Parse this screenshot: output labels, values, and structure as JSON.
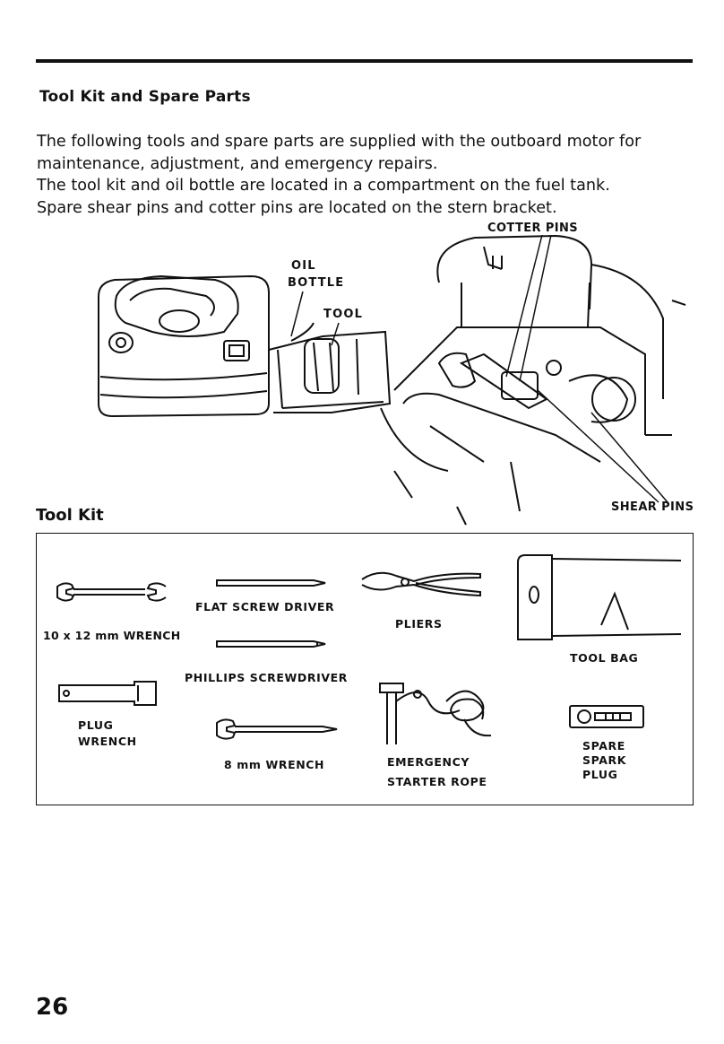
{
  "section": {
    "title": "Tool Kit and Spare Parts",
    "paragraphs": [
      "The following tools and spare parts are supplied with the outboard motor for",
      "maintenance, adjustment, and emergency repairs.",
      "The tool kit and oil bottle are located in a compartment on the fuel tank.",
      "Spare shear pins and cotter pins are located on the stern bracket."
    ]
  },
  "fuel_tank_figure": {
    "label_oil_line1": "OIL",
    "label_oil_line2": "BOTTLE",
    "label_tool": "TOOL"
  },
  "stern_bracket_figure": {
    "label_cotter_pins": "COTTER PINS",
    "label_shear_pins": "SHEAR PINS"
  },
  "tool_kit": {
    "title": "Tool Kit",
    "items": {
      "wrench_10x12": "10 x 12 mm WRENCH",
      "flat_screwdriver": "FLAT SCREW DRIVER",
      "phillips_screwdriver": "PHILLIPS SCREWDRIVER",
      "pliers": "PLIERS",
      "tool_bag": "TOOL BAG",
      "plug_wrench_line1": "PLUG",
      "plug_wrench_line2": "WRENCH",
      "wrench_8mm": "8 mm WRENCH",
      "starter_rope_line1": "EMERGENCY",
      "starter_rope_line2": "STARTER ROPE",
      "spark_plug_line1": "SPARE",
      "spark_plug_line2": "SPARK",
      "spark_plug_line3": "PLUG"
    }
  },
  "page": {
    "number": "26"
  }
}
